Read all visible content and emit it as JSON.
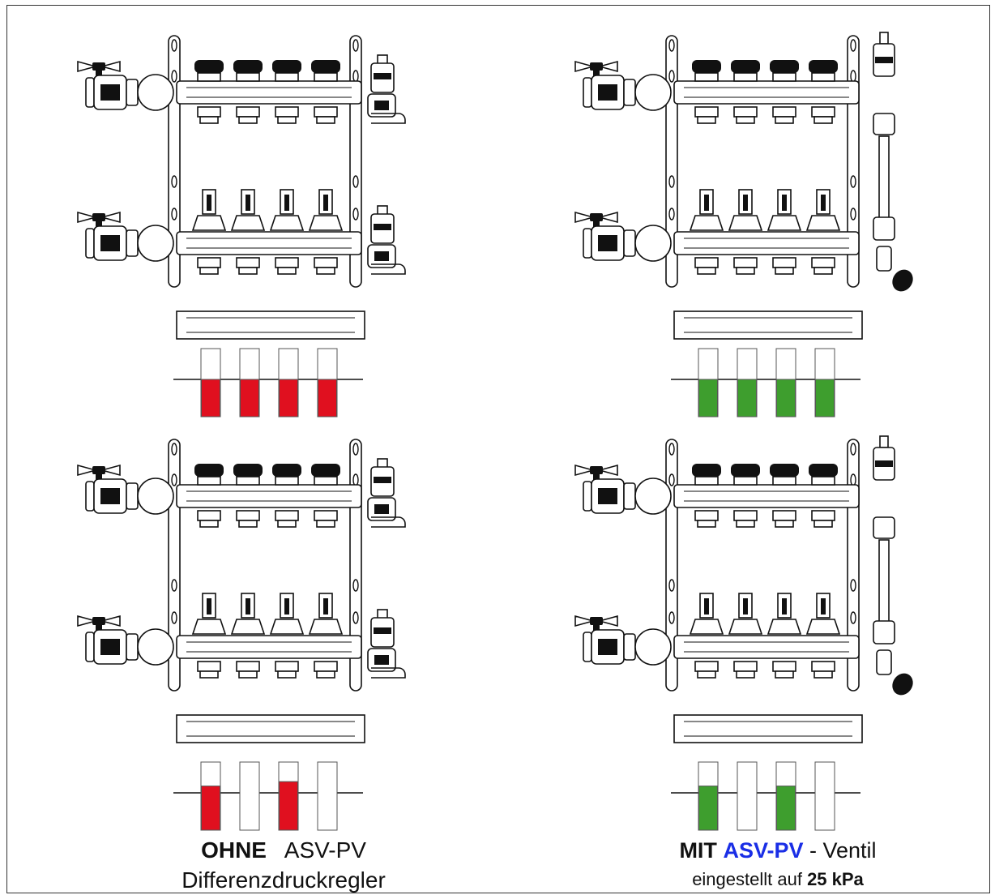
{
  "captions": {
    "left": {
      "word_ohne": "OHNE",
      "word_asv": "ASV-PV",
      "line2": "Differenzdruckregler"
    },
    "right": {
      "word_mit": "MIT",
      "word_asv": "ASV-PV",
      "word_ventil": " - Ventil",
      "line2_prefix": "eingestellt auf ",
      "line2_value": "25 kPa"
    }
  },
  "flow_indicators": {
    "top_left": {
      "color": "#e0101f",
      "levels": [
        1.0,
        1.0,
        1.0,
        1.0
      ]
    },
    "top_right": {
      "color": "#3e9e2e",
      "levels": [
        1.0,
        1.0,
        1.0,
        1.0
      ]
    },
    "bottom_left": {
      "color": "#e0101f",
      "levels": [
        0.8,
        0.0,
        0.88,
        0.0
      ]
    },
    "bottom_right": {
      "color": "#3e9e2e",
      "levels": [
        0.8,
        0.0,
        0.8,
        0.0
      ]
    }
  },
  "icons": {
    "manifold": "heating-manifold-icon",
    "ball_valve": "ball-valve-icon",
    "air_vent": "air-vent-icon",
    "flow_meter": "flow-meter-icon",
    "differential_pressure_valve": "asv-pv-valve-icon"
  }
}
